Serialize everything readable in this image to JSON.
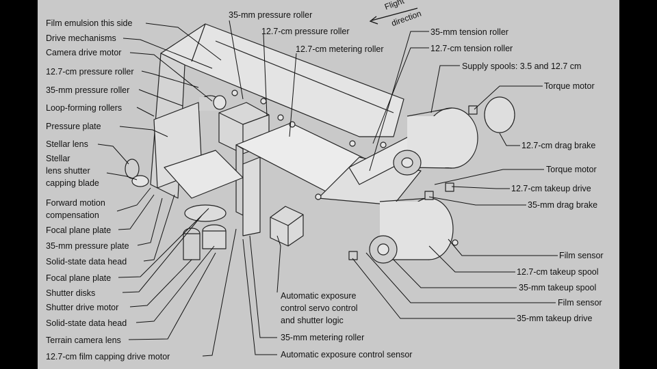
{
  "labels": {
    "film_emulsion": "Film emulsion this side",
    "drive_mechanisms": "Drive mechanisms",
    "camera_drive_motor": "Camera drive motor",
    "pressure_roller_127_left": "12.7-cm pressure roller",
    "pressure_roller_35_left": "35-mm pressure roller",
    "loop_forming_rollers": "Loop-forming rollers",
    "pressure_plate": "Pressure plate",
    "stellar_lens": "Stellar lens",
    "stellar_shutter_1": "Stellar",
    "stellar_shutter_2": "lens shutter",
    "stellar_shutter_3": "capping blade",
    "fmc_1": "Forward motion",
    "fmc_2": "compensation",
    "focal_plane_plate_1": "Focal plane plate",
    "pressure_plate_35": "35-mm pressure plate",
    "data_head_1": "Solid-state data head",
    "focal_plane_plate_2": "Focal plane plate",
    "shutter_disks": "Shutter disks",
    "shutter_drive_motor": "Shutter drive motor",
    "data_head_2": "Solid-state data head",
    "terrain_camera_lens": "Terrain camera lens",
    "film_capping_motor": "12.7-cm film capping drive motor",
    "pressure_roller_35_top": "35-mm pressure roller",
    "pressure_roller_127_top": "12.7-cm pressure roller",
    "metering_roller_127": "12.7-cm metering roller",
    "flight_1": "Flight",
    "flight_2": "direction",
    "tension_roller_35": "35-mm tension  roller",
    "tension_roller_127": "12.7-cm tension  roller",
    "supply_spools": "Supply spools:  3.5 and 12.7 cm",
    "torque_motor_1": "Torque motor",
    "drag_brake_127": "12.7-cm drag brake",
    "torque_motor_2": "Torque motor",
    "takeup_drive_127": "12.7-cm takeup drive",
    "drag_brake_35": "35-mm drag brake",
    "film_sensor_1": "Film sensor",
    "takeup_spool_127": "12.7-cm takeup spool",
    "takeup_spool_35": "35-mm takeup spool",
    "film_sensor_2": "Film sensor",
    "takeup_drive_35": "35-mm takeup drive",
    "aec_1": "Automatic exposure",
    "aec_2": "control servo control",
    "aec_3": "and shutter logic",
    "metering_roller_35": "35-mm metering roller",
    "aec_sensor": "Automatic exposure control  sensor"
  },
  "colors": {
    "background": "#c9c9c9",
    "ink": "#111111",
    "part_fill": "#e4e4e4",
    "part_shade": "#bcbcbc"
  }
}
